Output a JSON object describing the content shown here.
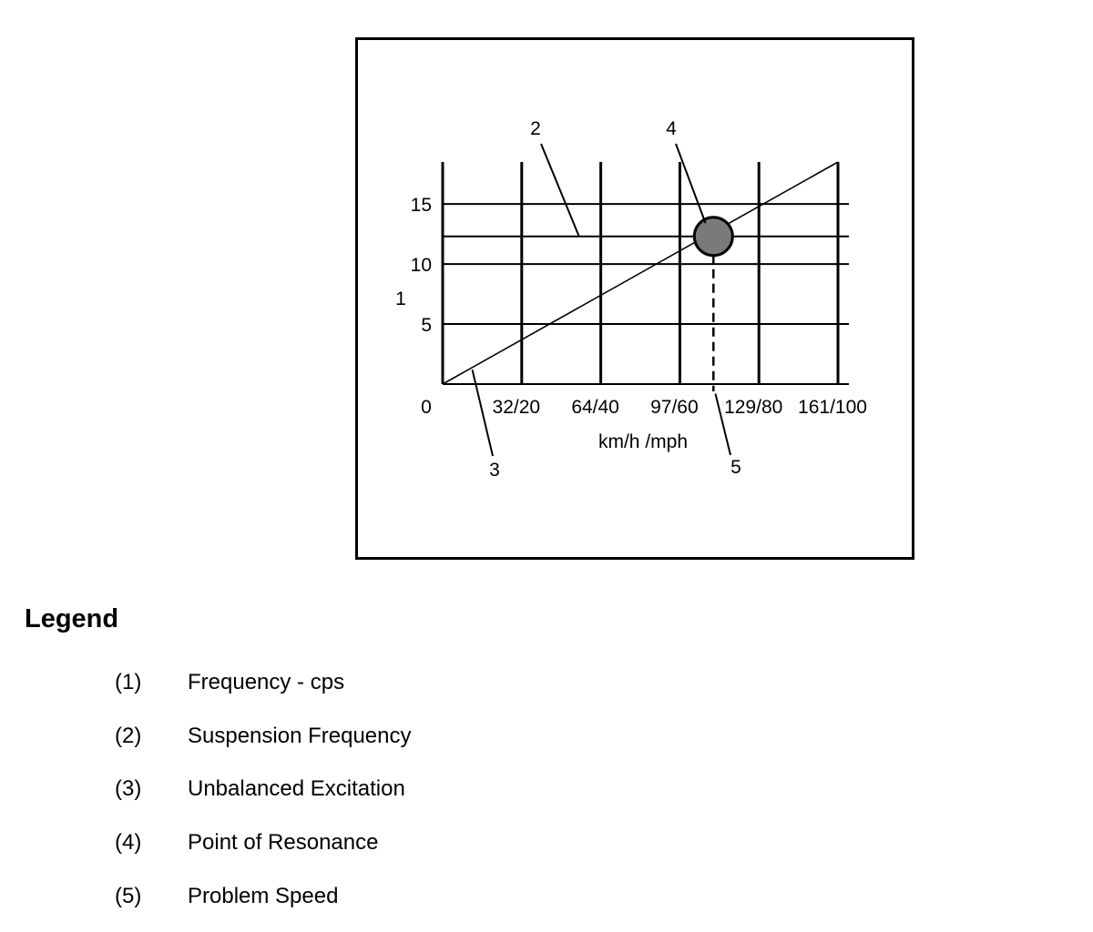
{
  "chart_data": {
    "type": "line",
    "title": "",
    "xlabel": "km/h /mph",
    "ylabel": "1",
    "xlim": [
      0,
      100
    ],
    "ylim": [
      0,
      18.5
    ],
    "x_ticks": [
      {
        "value": 20,
        "label": "32/20"
      },
      {
        "value": 40,
        "label": "64/40"
      },
      {
        "value": 60,
        "label": "97/60"
      },
      {
        "value": 80,
        "label": "129/80"
      },
      {
        "value": 100,
        "label": "161/100"
      }
    ],
    "origin_label": "0",
    "y_ticks": [
      {
        "value": 5,
        "label": "5"
      },
      {
        "value": 10,
        "label": "10"
      },
      {
        "value": 15,
        "label": "15"
      }
    ],
    "grid": true,
    "series": [
      {
        "points": [
          [
            0,
            0
          ],
          [
            100,
            18.5
          ]
        ],
        "color": "#000000"
      }
    ],
    "reference_lines": [
      {
        "axis": "y",
        "value": 12.3,
        "style": "solid"
      }
    ],
    "resonance_point": {
      "x": 68.5,
      "y": 12.3,
      "color": "#7a7a7a"
    },
    "problem_speed_line": {
      "x": 68.5,
      "style": "dashed"
    },
    "callouts": [
      {
        "label": "2",
        "target": [
          34.5,
          12.3
        ]
      },
      {
        "label": "3",
        "target": [
          7.5,
          1.2
        ]
      },
      {
        "label": "4",
        "target": [
          66.5,
          13.4
        ]
      },
      {
        "label": "5",
        "target": [
          69,
          -0.8
        ]
      }
    ]
  },
  "legend": {
    "title": "Legend",
    "items": [
      {
        "num": "(1)",
        "text": "Frequency - cps"
      },
      {
        "num": "(2)",
        "text": "Suspension Frequency"
      },
      {
        "num": "(3)",
        "text": "Unbalanced Excitation"
      },
      {
        "num": "(4)",
        "text": "Point of Resonance"
      },
      {
        "num": "(5)",
        "text": "Problem Speed"
      }
    ]
  }
}
